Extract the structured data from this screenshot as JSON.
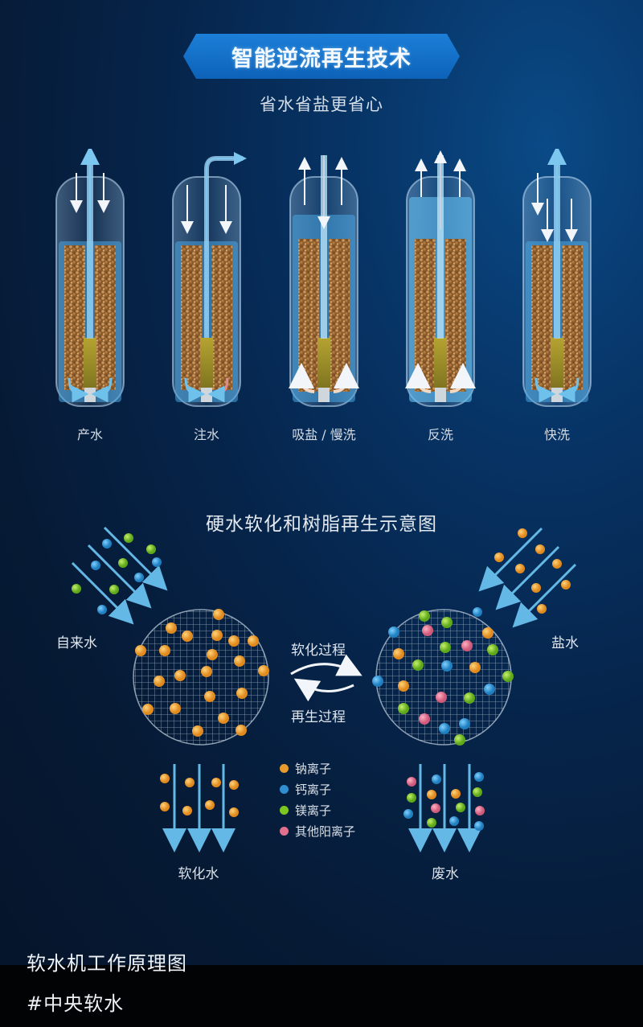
{
  "header": {
    "banner_title": "智能逆流再生技术",
    "subtitle": "省水省盐更省心"
  },
  "tanks": [
    {
      "label": "产水",
      "mode": "service",
      "water_level": "full",
      "flow": "down-through-resin-up-center"
    },
    {
      "label": "注水",
      "mode": "refill",
      "water_level": "full",
      "flow": "center-out-bent"
    },
    {
      "label": "吸盐 / 慢洗",
      "mode": "brine-draw-slow-rinse",
      "water_level": "high",
      "flow": "up-through-resin"
    },
    {
      "label": "反洗",
      "mode": "backwash",
      "water_level": "top",
      "flow": "up-through-resin"
    },
    {
      "label": "快洗",
      "mode": "fast-rinse",
      "water_level": "full",
      "flow": "down-through-resin-up-center"
    }
  ],
  "softening": {
    "title": "硬水软化和树脂再生示意图",
    "inlet_left_label": "自来水",
    "inlet_right_label": "盐水",
    "process_forward_label": "软化过程",
    "process_reverse_label": "再生过程",
    "outlet_left_label": "软化水",
    "outlet_right_label": "废水",
    "legend": [
      {
        "label": "钠离子",
        "color": "#e89a2c"
      },
      {
        "label": "钙离子",
        "color": "#2f8fd0"
      },
      {
        "label": "镁离子",
        "color": "#7cc622"
      },
      {
        "label": "其他阳离子",
        "color": "#e0708c"
      }
    ]
  },
  "colors": {
    "banner": "#1471c8",
    "background": "#061a35",
    "water": "#5fb8ea",
    "resin": "#a0703a",
    "arrow": "#5eb4e0"
  },
  "post_caption": {
    "line1": "软水机工作原理图",
    "line2": "#中央软水"
  }
}
